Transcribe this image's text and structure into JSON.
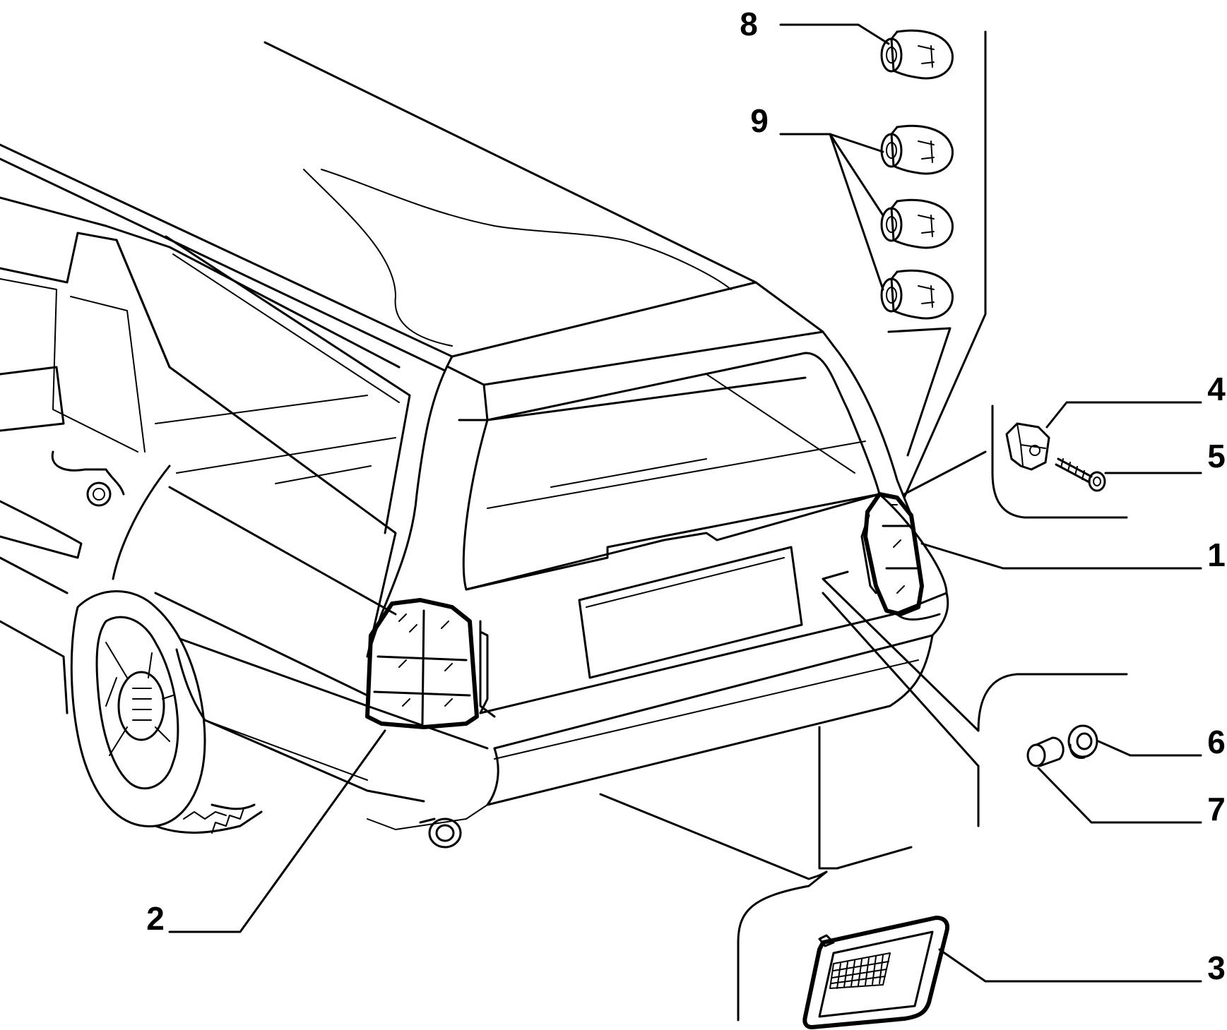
{
  "diagram": {
    "callouts": [
      {
        "id": "1",
        "label": "1"
      },
      {
        "id": "2",
        "label": "2"
      },
      {
        "id": "3",
        "label": "3"
      },
      {
        "id": "4",
        "label": "4"
      },
      {
        "id": "5",
        "label": "5"
      },
      {
        "id": "6",
        "label": "6"
      },
      {
        "id": "7",
        "label": "7"
      },
      {
        "id": "8",
        "label": "8"
      },
      {
        "id": "9",
        "label": "9"
      }
    ]
  },
  "colors": {
    "ink": "#000000",
    "background": "#ffffff"
  }
}
